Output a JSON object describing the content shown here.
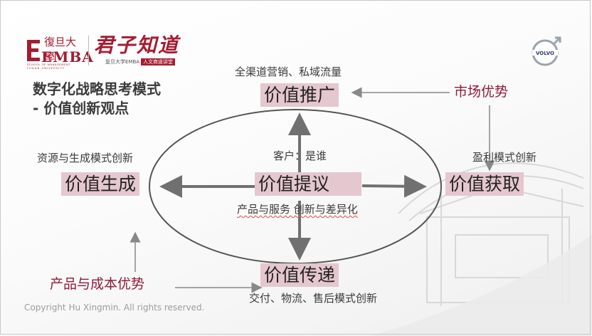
{
  "branding": {
    "emba_logo": {
      "chinese_top": "復旦大學",
      "wordmark": "EMBA",
      "school_line": "SCHOOL OF MANAGEMENT",
      "university_line": "FUDAN UNIVERSITY"
    },
    "script_logo": {
      "text": "君子知道",
      "caption": "复旦大学EMBA",
      "caption_tag": "人文商道讲堂"
    },
    "partner_logo": {
      "text": "VOLVO"
    }
  },
  "title": {
    "line1": "数字化战略思考模式",
    "line2": "- 价值创新观点"
  },
  "diagram": {
    "center": "价值提议",
    "center_above": "客户：是谁",
    "center_below": "产品与服务 创新与差异化",
    "top": {
      "box": "价值推广",
      "caption": "全渠道营销、私域流量"
    },
    "left": {
      "box": "价值生成",
      "caption": "资源与生成模式创新"
    },
    "right": {
      "box": "价值获取",
      "caption": "盈利模式创新"
    },
    "bottom": {
      "box": "价值传递",
      "caption": "交付、物流、售后模式创新"
    },
    "drivers": {
      "market": "市场优势",
      "product_cost": "产品与成本优势"
    }
  },
  "colors": {
    "box_fill": "#e5c7cf",
    "driver_text": "#8e1a3a",
    "arrow": "#707070",
    "logo_red": "#a51c30"
  },
  "footer": {
    "copyright": "Copyright Hu Xingmin. All rights reserved."
  }
}
